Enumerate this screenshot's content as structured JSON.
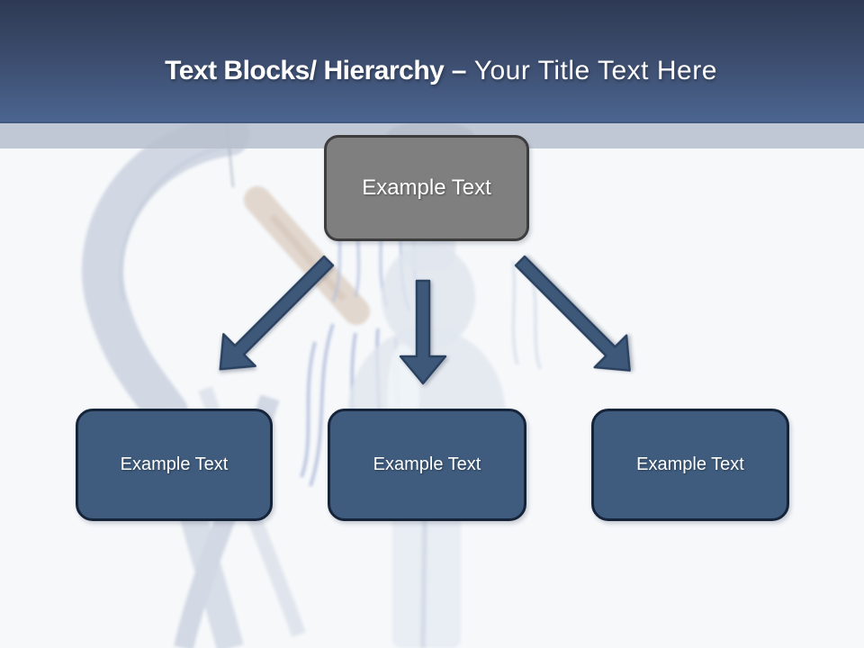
{
  "title": {
    "bold": "Text Blocks/ Hierarchy",
    "dash": " – ",
    "regular": "Your Title Text Here"
  },
  "diagram": {
    "root_label": "Example Text",
    "children": [
      {
        "label": "Example Text"
      },
      {
        "label": "Example Text"
      },
      {
        "label": "Example Text"
      }
    ]
  },
  "colors": {
    "header_top": "#2e3a54",
    "header_bottom": "#4b6590",
    "band": "#b7c0ce",
    "body_bg": "#f6f8fa",
    "title_text": "#ffffff",
    "root_box_fill": "#7f7f7f",
    "root_box_border": "#3d3d3d",
    "child_box_fill": "#3f5c7e",
    "child_box_border": "#16243a",
    "arrow_fill": "#3d5878",
    "arrow_stroke": "#2b4160"
  }
}
